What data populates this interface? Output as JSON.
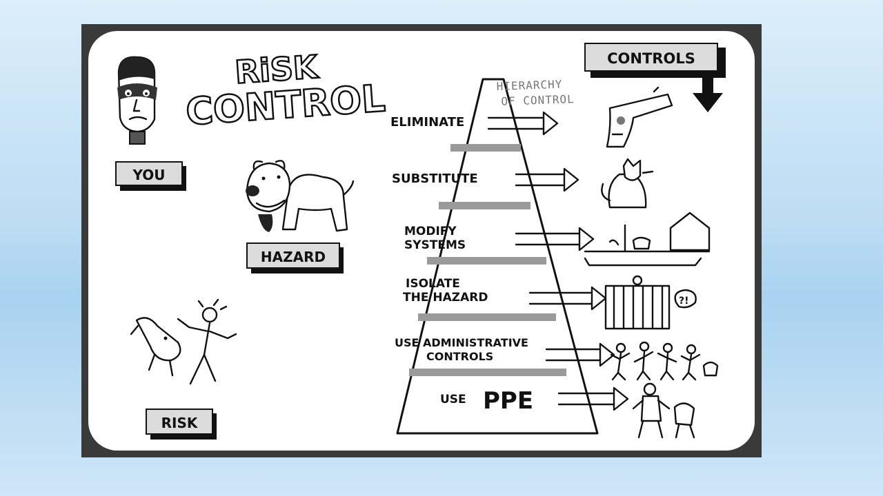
{
  "title": {
    "line1": "RiSK",
    "line2": "CONTROL"
  },
  "labels": {
    "you": "YOU",
    "hazard": "HAZARD",
    "risk": "RISK",
    "controls": "CONTROLS"
  },
  "pyramid_heading": {
    "line1": "HIERARCHY",
    "line2": "OF CONTROL"
  },
  "levels": [
    {
      "line1": "ELIMINATE",
      "line2": ""
    },
    {
      "line1": "SUBSTITUTE",
      "line2": ""
    },
    {
      "line1": "MODIFY",
      "line2": "SYSTEMS"
    },
    {
      "line1": "ISOLATE",
      "line2": "THE HAZARD"
    },
    {
      "line1": "USE ADMINISTRATIVE",
      "line2": "CONTROLS"
    },
    {
      "line1": "USE",
      "line2": "PPE"
    }
  ],
  "isolate_bubble": "?!",
  "colors": {
    "frame": "#3a3a3a",
    "band": "#9a9a9a",
    "label_bg": "#dcdcdc"
  }
}
